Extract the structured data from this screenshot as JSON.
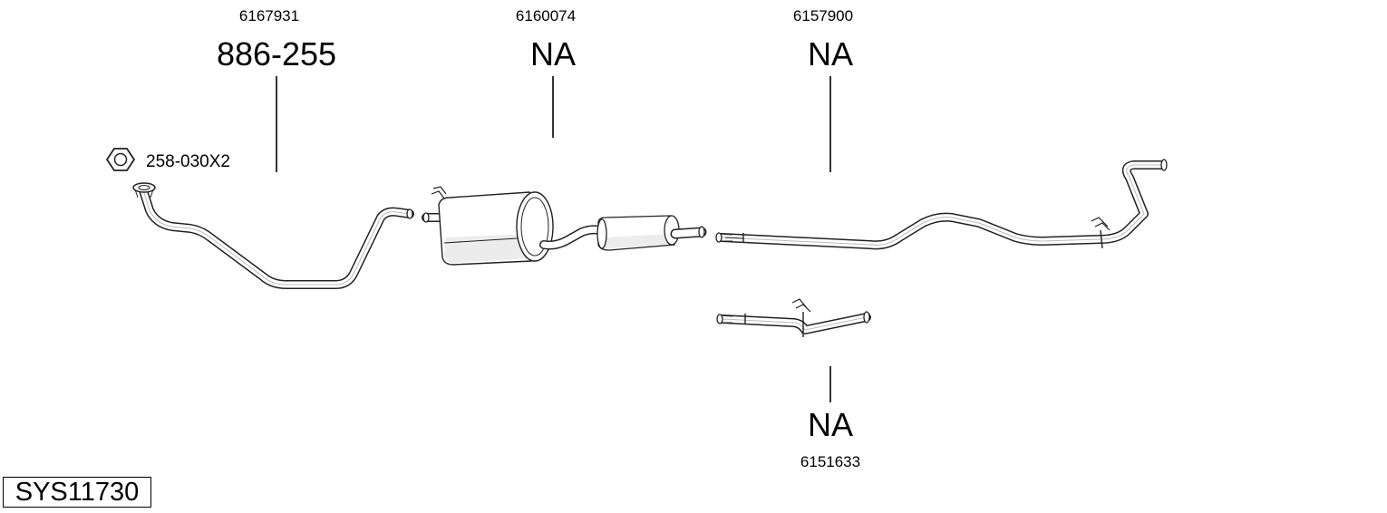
{
  "groups": [
    {
      "oem": "6167931",
      "part": "886-255"
    },
    {
      "oem": "6160074",
      "part": "NA"
    },
    {
      "oem": "6157900",
      "part": "NA"
    },
    {
      "oem": "6151633",
      "part": "NA"
    }
  ],
  "accessory": {
    "label": "258-030X2",
    "icon": "hex-nut-icon"
  },
  "system_id": "SYS11730"
}
